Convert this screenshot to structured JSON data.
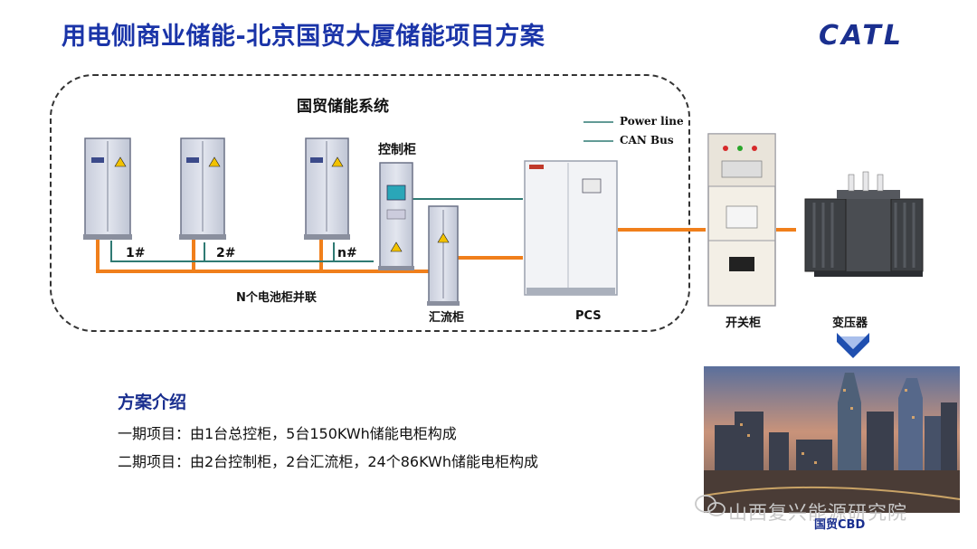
{
  "title": "用电侧商业储能-北京国贸大厦储能项目方案",
  "logo_text": "CATL",
  "system": {
    "label": "国贸储能系统",
    "battery_labels": [
      "1#",
      "2#",
      "n#"
    ],
    "parallel_label": "N个电池柜并联",
    "control_cabinet_label": "控制柜",
    "combiner_cabinet_label": "汇流柜",
    "pcs_label": "PCS"
  },
  "legend": {
    "power_line": "Power line",
    "can_bus": "CAN Bus"
  },
  "switchgear_label": "开关柜",
  "transformer_label": "变压器",
  "cbd_label": "国贸CBD",
  "plan": {
    "title": "方案介绍",
    "line1": "一期项目：由1台总控柜，5台150KWh储能电柜构成",
    "line2": "二期项目：由2台控制柜，2台汇流柜，24个86KWh储能电柜构成"
  },
  "watermark": "山西复兴能源研究院",
  "colors": {
    "title_blue": "#1a34a8",
    "power_line": "#f07f1b",
    "can_bus": "#2f7a73",
    "cabinet": "#d7dce8"
  }
}
